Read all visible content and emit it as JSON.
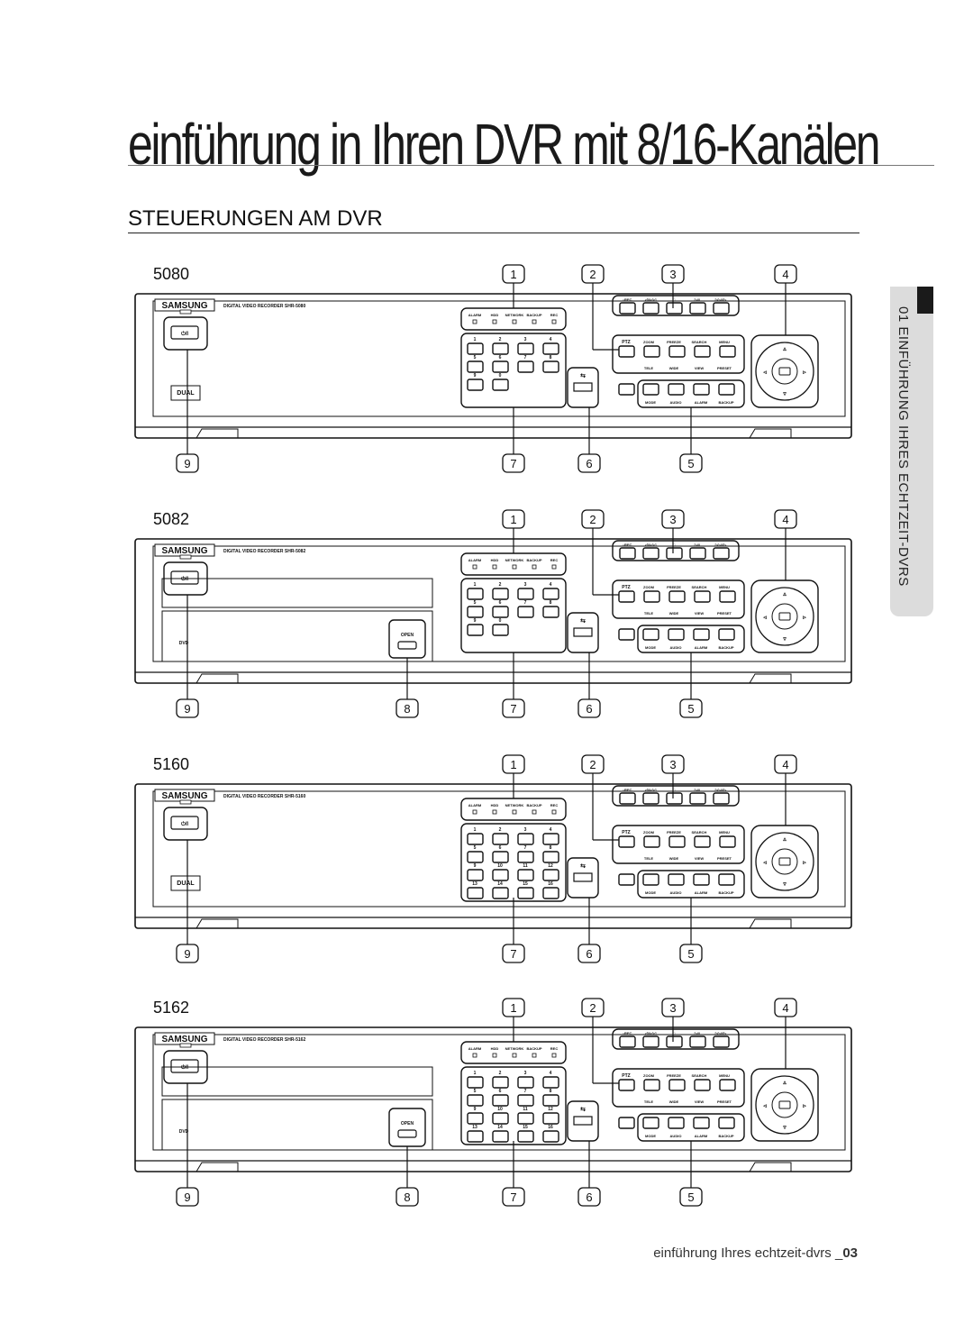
{
  "chapter_title": "einführung in Ihren DVR mit 8/16-Kanälen",
  "section_title": "STEUERUNGEN AM DVR",
  "side_tab": "01 EINFÜHRUNG IHRES ECHTZEIT-DVRS",
  "footer": {
    "text": "einführung Ihres echtzeit-dvrs _",
    "page": "03"
  },
  "panel_labels": {
    "brand": "SAMSUNG",
    "recorder": "DIGITAL VIDEO RECORDER",
    "leds": [
      "ALARM",
      "HDD",
      "NETWORK",
      "BACKUP",
      "REC"
    ],
    "ptz": "PTZ",
    "ptz_row": [
      "ZOOM",
      "FREEZE",
      "SEARCH",
      "MENU"
    ],
    "ptz_sub": [
      "TELE",
      "WIDE",
      "VIEW",
      "PRESET"
    ],
    "bottom_row": [
      "MODE",
      "AUDIO",
      "ALARM",
      "BACKUP"
    ],
    "rec": "REC",
    "open": "OPEN",
    "dual": "DUAL",
    "power": "⏻/I"
  },
  "devices": [
    {
      "model": "5080",
      "model_code": "SHR-5080",
      "channels": 8,
      "drawer": false,
      "callouts_top": [
        "1",
        "2",
        "3",
        "4"
      ],
      "callouts_bottom": [
        "9",
        "7",
        "6",
        "5"
      ]
    },
    {
      "model": "5082",
      "model_code": "SHR-5082",
      "channels": 8,
      "drawer": true,
      "callouts_top": [
        "1",
        "2",
        "3",
        "4"
      ],
      "callouts_bottom": [
        "9",
        "8",
        "7",
        "6",
        "5"
      ]
    },
    {
      "model": "5160",
      "model_code": "SHR-5160",
      "channels": 16,
      "drawer": false,
      "callouts_top": [
        "1",
        "2",
        "3",
        "4"
      ],
      "callouts_bottom": [
        "9",
        "7",
        "6",
        "5"
      ]
    },
    {
      "model": "5162",
      "model_code": "SHR-5162",
      "channels": 16,
      "drawer": true,
      "callouts_top": [
        "1",
        "2",
        "3",
        "4"
      ],
      "callouts_bottom": [
        "9",
        "8",
        "7",
        "6",
        "5"
      ]
    }
  ]
}
